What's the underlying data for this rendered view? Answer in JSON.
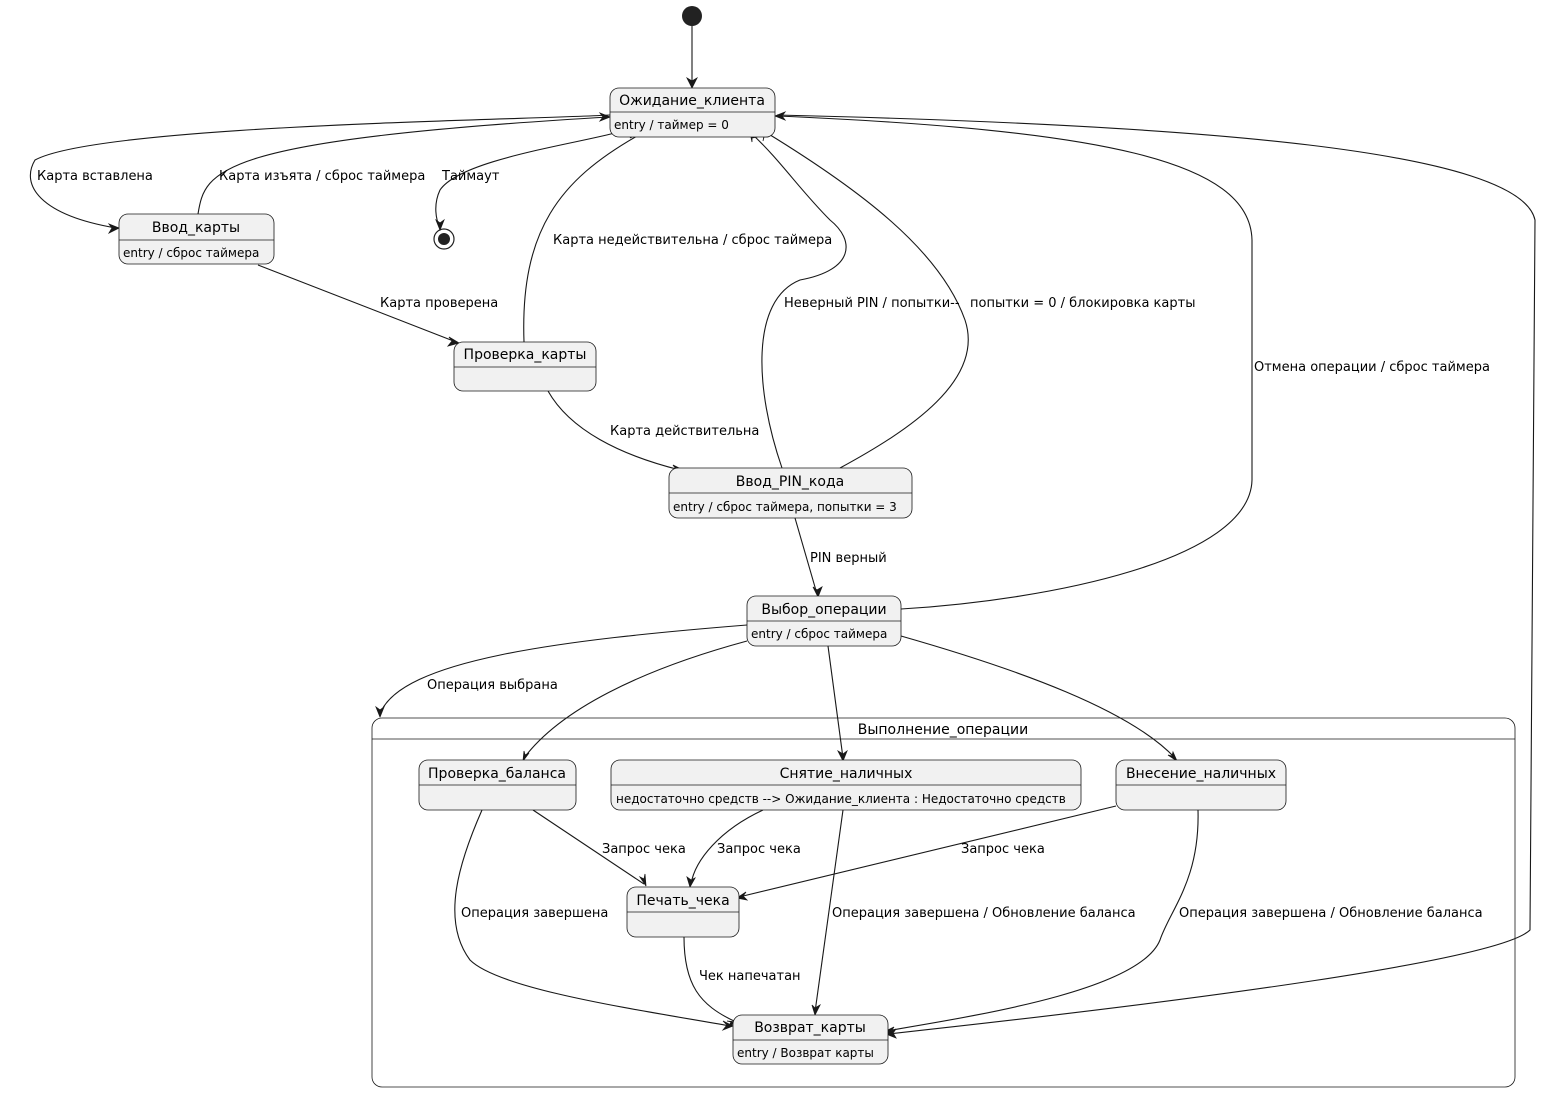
{
  "diagram": {
    "type": "state-diagram",
    "composite": {
      "name": "Выполнение_операции"
    },
    "states": {
      "waiting": {
        "name": "Ожидание_клиента",
        "entry": "entry / таймер = 0"
      },
      "card_input": {
        "name": "Ввод_карты",
        "entry": "entry / сброс таймера"
      },
      "card_check": {
        "name": "Проверка_карты"
      },
      "pin_input": {
        "name": "Ввод_PIN_кода",
        "entry": "entry / сброс таймера, попытки = 3"
      },
      "op_select": {
        "name": "Выбор_операции",
        "entry": "entry / сброс таймера"
      },
      "balance_check": {
        "name": "Проверка_баланса"
      },
      "withdraw": {
        "name": "Снятие_наличных",
        "entry": "недостаточно средств --> Ожидание_клиента : Недостаточно средств"
      },
      "deposit": {
        "name": "Внесение_наличных"
      },
      "receipt": {
        "name": "Печать_чека"
      },
      "card_return": {
        "name": "Возврат_карты",
        "entry": "entry / Возврат карты"
      }
    },
    "transitions": [
      {
        "from": "start",
        "to": "Ожидание_клиента",
        "label": ""
      },
      {
        "from": "Ожидание_клиента",
        "to": "Ввод_карты",
        "label": "Карта вставлена"
      },
      {
        "from": "Ввод_карты",
        "to": "Ожидание_клиента",
        "label": "Карта изъята / сброс таймера"
      },
      {
        "from": "Ожидание_клиента",
        "to": "end",
        "label": "Таймаут"
      },
      {
        "from": "Ввод_карты",
        "to": "Проверка_карты",
        "label": "Карта проверена"
      },
      {
        "from": "Проверка_карты",
        "to": "Ожидание_клиента",
        "label": "Карта недействительна / сброс таймера"
      },
      {
        "from": "Проверка_карты",
        "to": "Ввод_PIN_кода",
        "label": "Карта действительна"
      },
      {
        "from": "Ввод_PIN_кода",
        "to": "Ожидание_клиента",
        "label": "Неверный PIN / попытки--"
      },
      {
        "from": "Ввод_PIN_кода",
        "to": "Ожидание_клиента",
        "label": "попытки = 0 / блокировка карты"
      },
      {
        "from": "Выбор_операции",
        "to": "Ожидание_клиента",
        "label": "Отмена операции / сброс таймера"
      },
      {
        "from": "Ввод_PIN_кода",
        "to": "Выбор_операции",
        "label": "PIN верный"
      },
      {
        "from": "Выбор_операции",
        "to": "Выполнение_операции",
        "label": "Операция выбрана"
      },
      {
        "from": "Выбор_операции",
        "to": "Проверка_баланса",
        "label": ""
      },
      {
        "from": "Выбор_операции",
        "to": "Снятие_наличных",
        "label": ""
      },
      {
        "from": "Выбор_операции",
        "to": "Внесение_наличных",
        "label": ""
      },
      {
        "from": "Проверка_баланса",
        "to": "Печать_чека",
        "label": "Запрос чека"
      },
      {
        "from": "Снятие_наличных",
        "to": "Печать_чека",
        "label": "Запрос чека"
      },
      {
        "from": "Внесение_наличных",
        "to": "Печать_чека",
        "label": "Запрос чека"
      },
      {
        "from": "Проверка_баланса",
        "to": "Возврат_карты",
        "label": "Операция завершена"
      },
      {
        "from": "Снятие_наличных",
        "to": "Возврат_карты",
        "label": "Операция завершена / Обновление баланса"
      },
      {
        "from": "Внесение_наличных",
        "to": "Возврат_карты",
        "label": "Операция завершена / Обновление баланса"
      },
      {
        "from": "Печать_чека",
        "to": "Возврат_карты",
        "label": "Чек напечатан"
      },
      {
        "from": "Возврат_карты",
        "to": "Ожидание_клиента",
        "label": ""
      }
    ]
  }
}
